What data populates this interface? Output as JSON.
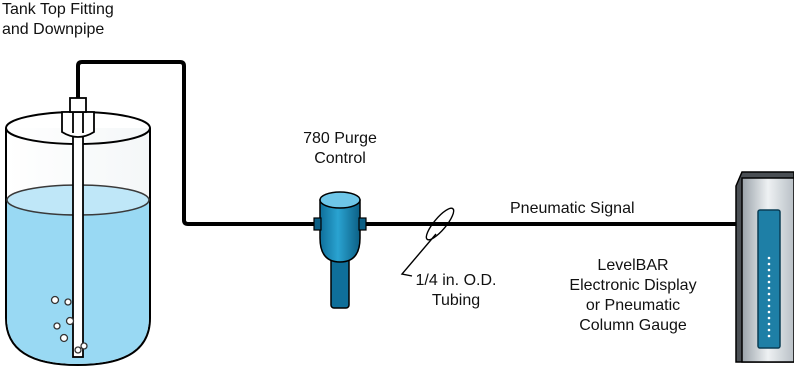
{
  "labels": {
    "tank_fitting": [
      "Tank Top Fitting",
      "and Downpipe"
    ],
    "purge_control": [
      "780 Purge",
      "Control"
    ],
    "signal": "Pneumatic Signal",
    "tubing": [
      "1/4 in. O.D.",
      "Tubing"
    ],
    "display": [
      "LevelBAR",
      "Electronic Display",
      "or Pneumatic",
      "Column Gauge"
    ]
  },
  "colors": {
    "liquid": "#99d9f3",
    "liquid_dark": "#6cc3e6",
    "purge_body": "#1a86b3",
    "purge_dark": "#0c5f85",
    "display_face": "#1e7fa6",
    "line": "#000000"
  }
}
